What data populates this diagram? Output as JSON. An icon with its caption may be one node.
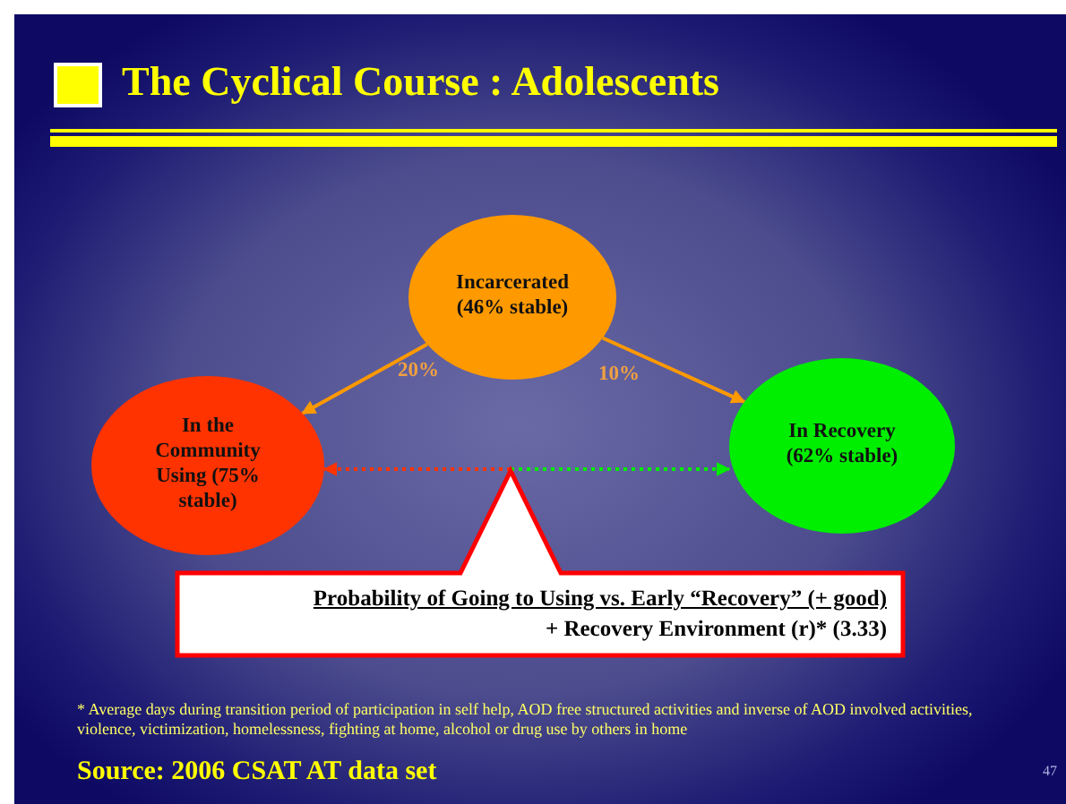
{
  "diagram": {
    "title": "The Cyclical Course : Adolescents",
    "nodes": [
      {
        "text": [
          "Incarcerated (46% stable)"
        ]
      },
      {
        "text": [
          "In the Community Using (75% stable)"
        ]
      },
      {
        "text": [
          "In Recovery (62% stable)"
        ]
      },
      {
        "text": [
          "Probability of Going to Using vs. Early “Recovery” (+ good)",
          "+ Recovery Environment (r)* (3.33)"
        ]
      }
    ],
    "edges": [
      {
        "from": 0,
        "to": 1,
        "arrow": "to",
        "label": "20%",
        "color": "#ff9900"
      },
      {
        "from": 0,
        "to": 2,
        "arrow": "to",
        "label": "10%",
        "color": "#ff9900"
      },
      {
        "from": 3,
        "to": 1,
        "arrow": "to",
        "style": "dashed",
        "color": "#ff3300"
      },
      {
        "from": 3,
        "to": 2,
        "arrow": "to",
        "style": "dashed",
        "color": "#00ee00"
      }
    ],
    "labels": [
      "* Average days during transition period of participation in self help, AOD free structured activities and inverse of AOD involved activities, violence, victimization, homelessness, fighting at home, alcohol or drug use by others in home",
      "Source: 2006 CSAT AT data set",
      "47"
    ]
  }
}
